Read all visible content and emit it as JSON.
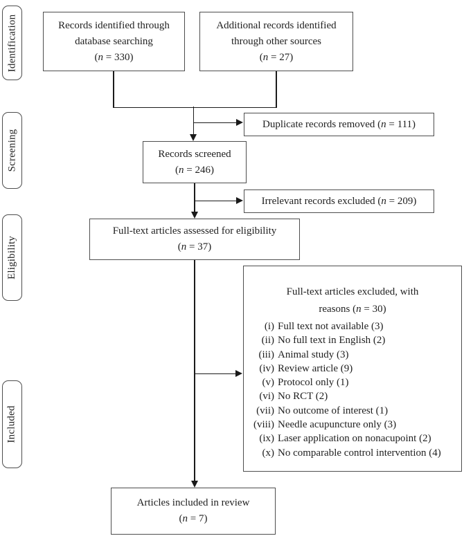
{
  "colors": {
    "background": "#ffffff",
    "box_border": "#4d4d4d",
    "text": "#1f1f1f",
    "connector": "#1a1a1a"
  },
  "stages": [
    {
      "label": "Identification"
    },
    {
      "label": "Screening"
    },
    {
      "label": "Eligibility"
    },
    {
      "label": "Included"
    }
  ],
  "boxes": {
    "database": {
      "line1": "Records identified through",
      "line2": "database searching",
      "count": [
        "(",
        "n",
        " = 330)"
      ]
    },
    "other_sources": {
      "line1": "Additional records identified",
      "line2": "through other sources",
      "count": [
        "(",
        "n",
        " = 27)"
      ]
    },
    "duplicates": {
      "text": [
        "Duplicate records removed (",
        "n",
        " = 111)"
      ]
    },
    "screened": {
      "line1": "Records screened",
      "count": [
        "(",
        "n",
        " = 246)"
      ]
    },
    "irrelevant": {
      "text": [
        "Irrelevant records excluded (",
        "n",
        " = 209)"
      ]
    },
    "fulltext": {
      "line1": "Full-text articles assessed for eligibility",
      "count": [
        "(",
        "n",
        " = 37)"
      ]
    },
    "included": {
      "line1": "Articles included in review",
      "count": [
        "(",
        "n",
        " = 7)"
      ]
    },
    "excluded": {
      "header_line1": "Full-text articles excluded, with",
      "header_line2": [
        "reasons (",
        "n",
        " = 30)"
      ],
      "items": [
        {
          "num": "(i)",
          "text": "Full text not available (3)"
        },
        {
          "num": "(ii)",
          "text": "No full text in English (2)"
        },
        {
          "num": "(iii)",
          "text": "Animal study (3)"
        },
        {
          "num": "(iv)",
          "text": "Review article (9)"
        },
        {
          "num": "(v)",
          "text": "Protocol only (1)"
        },
        {
          "num": "(vi)",
          "text": "No RCT (2)"
        },
        {
          "num": "(vii)",
          "text": "No outcome of interest (1)"
        },
        {
          "num": "(viii)",
          "text": "Needle acupuncture only (3)"
        },
        {
          "num": "(ix)",
          "text": "Laser application on nonacupoint (2)"
        },
        {
          "num": "(x)",
          "text": "No comparable control intervention (4)"
        }
      ]
    }
  }
}
